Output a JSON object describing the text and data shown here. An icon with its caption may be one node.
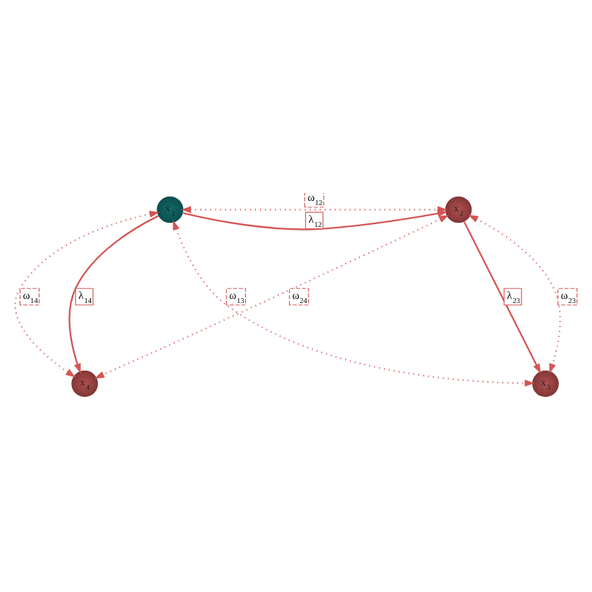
{
  "diagram": {
    "nodes": [
      {
        "text": [
          "x$_{1}$"
        ]
      },
      {
        "text": [
          "x$_{2}$"
        ]
      },
      {
        "text": [
          "x$_{3}$"
        ]
      },
      {
        "text": [
          "x$_{4}$"
        ]
      }
    ],
    "edges": [
      {
        "from": 0,
        "to": 1,
        "arrow": "both",
        "label": "ω$_{12}$",
        "style": "dashed"
      },
      {
        "from": 0,
        "to": 1,
        "arrow": "to",
        "label": "λ$_{12}$"
      },
      {
        "from": 0,
        "to": 2,
        "arrow": "both",
        "label": "ω$_{13}$",
        "style": "dashed"
      },
      {
        "from": 0,
        "to": 3,
        "arrow": "to",
        "label": "λ$_{14}$"
      },
      {
        "from": 1,
        "to": 2,
        "arrow": "to",
        "label": "λ$_{23}$"
      },
      {
        "from": 1,
        "to": 2,
        "arrow": "both",
        "label": "ω$_{23}$",
        "style": "dashed"
      },
      {
        "from": 0,
        "to": 3,
        "arrow": "both",
        "label": "ω$_{14}$",
        "style": "dashed"
      },
      {
        "from": 1,
        "to": 3,
        "arrow": "both",
        "label": "ω$_{24}$",
        "style": "dashed"
      }
    ]
  }
}
